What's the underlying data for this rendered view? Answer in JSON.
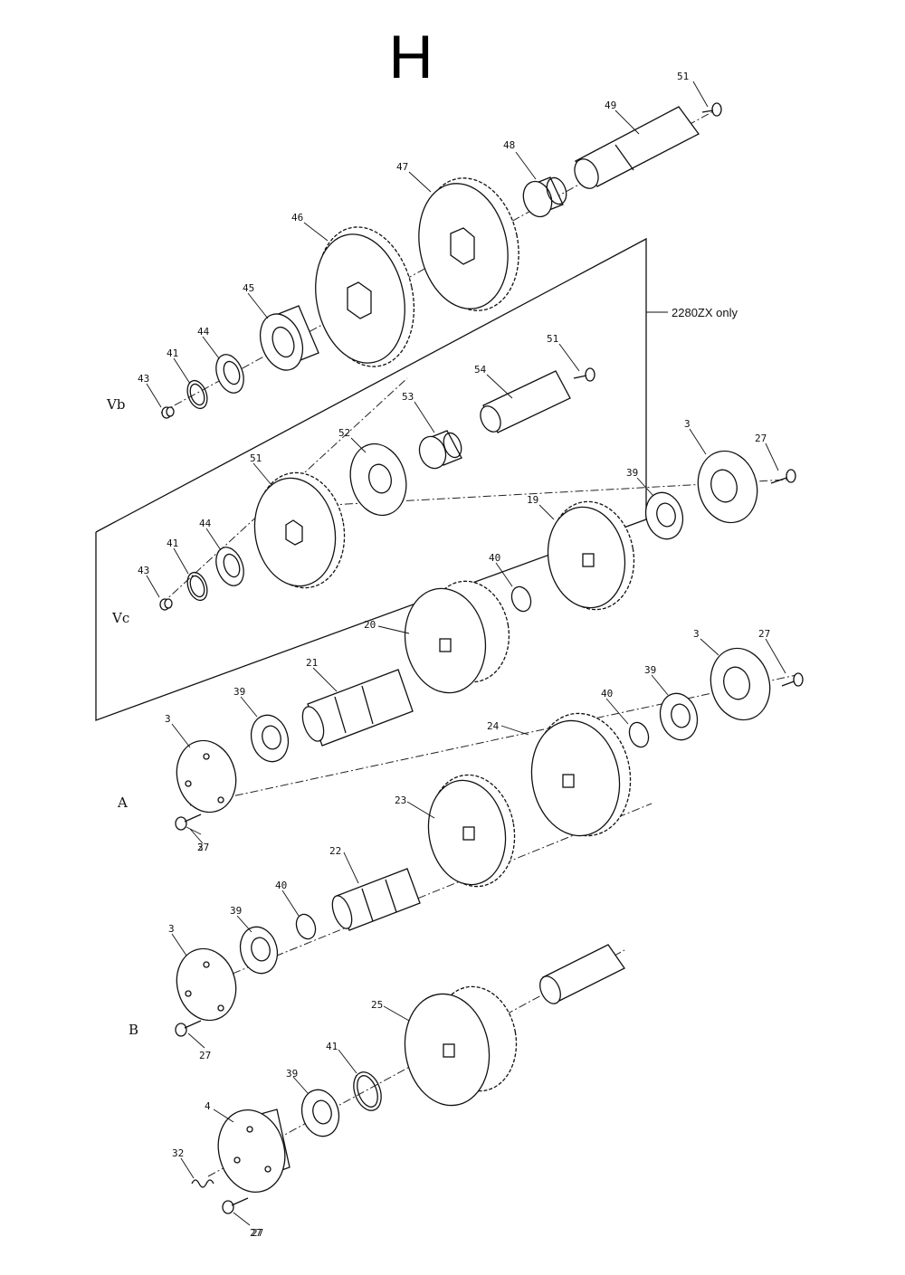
{
  "diagram": {
    "title": "H",
    "variant_note": "2280ZX only",
    "section_labels": [
      "Vb",
      "Vc",
      "A",
      "B"
    ],
    "callouts": {
      "vb": [
        "51",
        "49",
        "48",
        "47",
        "46",
        "45",
        "44",
        "41",
        "43"
      ],
      "vc": [
        "51",
        "54",
        "53",
        "52",
        "51",
        "44",
        "41",
        "43"
      ],
      "a": [
        "3",
        "27",
        "39",
        "19",
        "40",
        "20",
        "21",
        "39",
        "3",
        "3",
        "27"
      ],
      "b": [
        "40",
        "39",
        "24",
        "23",
        "22",
        "40",
        "39",
        "3",
        "3",
        "27",
        "27",
        "27"
      ],
      "c": [
        "25",
        "41",
        "39",
        "4",
        "32",
        "27"
      ]
    }
  }
}
